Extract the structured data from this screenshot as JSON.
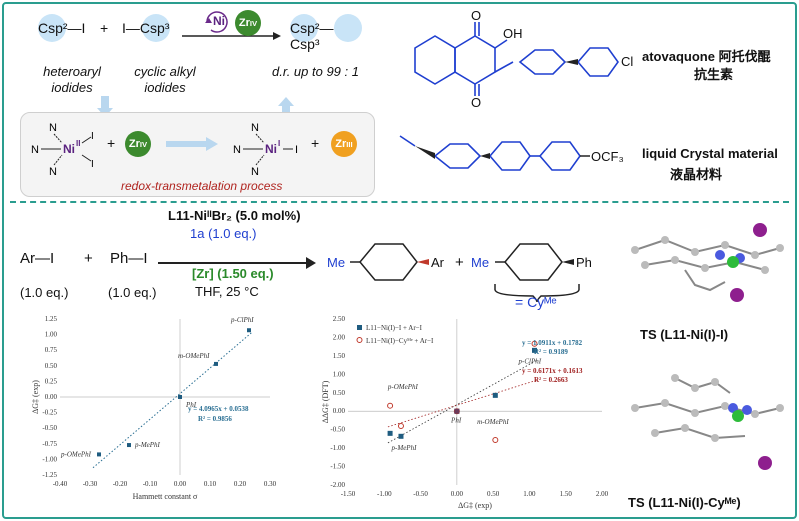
{
  "top": {
    "reactant1": "Csp²—I",
    "plus": "+",
    "reactant2": "I—Csp³",
    "ni": "Ni",
    "zr": "Zr",
    "zr_ox": "IV",
    "product": "Csp²—Csp³",
    "label1_line1": "heteroaryl",
    "label1_line2": "iodides",
    "label2_line1": "cyclic alkyl",
    "label2_line2": "iodides",
    "dr": "d.r. up to 99 : 1",
    "redox_label": "redox-transmetalation process",
    "ni2": "Ni",
    "ni2_ox": "II",
    "ni1": "Ni",
    "ni1_ox": "I",
    "zr3_ox": "III"
  },
  "right": {
    "atovaquone": "atovaquone 阿托伐醌",
    "atovaquone2": "抗生素",
    "cl": "Cl",
    "oh": "OH",
    "o": "O",
    "liquid": "liquid Crystal material",
    "liquid2": "液晶材料",
    "ocf3": "OCF₃"
  },
  "reaction": {
    "cat": "L11-NiᴵᴵBr₂ (5.0 mol%)",
    "r1": "1a (1.0 eq.)",
    "r2": "[Zr] (1.50 eq.)",
    "cond": "THF, 25 °C",
    "ar": "Ar—I",
    "ph": "Ph—I",
    "eq1": "(1.0 eq.)",
    "eq2": "(1.0 eq.)",
    "me": "Me",
    "ar_prod": "Ar",
    "ph_prod": "Ph",
    "cyme": "= Cyᴹᵉ",
    "plus": "+"
  },
  "ts": {
    "ts1": "TS (L11-Ni(I)-I)",
    "ts2": "TS (L11-Ni(I)-Cyᴹᵉ)"
  },
  "chart_data": [
    {
      "type": "scatter",
      "xlabel": "Hammett constant σ",
      "ylabel": "ΔG‡ (exp)",
      "xlim": [
        -0.4,
        0.3
      ],
      "ylim": [
        -1.25,
        1.25
      ],
      "xticks": [
        "-0.40",
        "-0.30",
        "-0.20",
        "-0.10",
        "0.00",
        "0.10",
        "0.20",
        "0.30"
      ],
      "yticks": [
        "1.25",
        "1.00",
        "0.75",
        "0.50",
        "0.25",
        "0.00",
        "-0.25",
        "-0.50",
        "-0.75",
        "-1.00",
        "-1.25"
      ],
      "points": [
        {
          "label": "p-OMePhI",
          "x": -0.27,
          "y": -0.92
        },
        {
          "label": "p-MePhI",
          "x": -0.17,
          "y": -0.77
        },
        {
          "label": "PhI",
          "x": 0.0,
          "y": 0.0
        },
        {
          "label": "m-OMePhI",
          "x": 0.12,
          "y": 0.53
        },
        {
          "label": "p-ClPhI",
          "x": 0.23,
          "y": 1.07
        }
      ],
      "fit_eq": "y = 4.0965x + 0.0538",
      "fit_r2": "R² = 0.9856"
    },
    {
      "type": "scatter",
      "xlabel": "ΔG‡ (exp)",
      "ylabel": "ΔΔG‡ (DFT)",
      "xlim": [
        -1.5,
        2.0
      ],
      "ylim": [
        -2.0,
        2.5
      ],
      "xticks": [
        "-1.50",
        "-1.00",
        "-0.50",
        "0.00",
        "0.50",
        "1.00",
        "1.50",
        "2.00"
      ],
      "yticks": [
        "2.50",
        "2.00",
        "1.50",
        "1.00",
        "0.50",
        "0.00",
        "-0.50",
        "-1.00",
        "-1.50",
        "-2.00"
      ],
      "series": [
        {
          "name": "L11−Ni(I)−I + Ar−I",
          "eq": "y = 1.0911x + 0.1782",
          "r2": "R² = 0.9189",
          "points": [
            [
              -0.92,
              -0.6
            ],
            [
              -0.77,
              -0.68
            ],
            [
              0.0,
              0.0
            ],
            [
              0.53,
              0.43
            ],
            [
              1.07,
              1.65
            ]
          ]
        },
        {
          "name": "L11−Ni(I)−Cyᴹᵉ + Ar−I",
          "eq": "y = 0.6171x + 0.1613",
          "r2": "R² = 0.2663",
          "points": [
            [
              -0.92,
              0.15
            ],
            [
              -0.77,
              -0.4
            ],
            [
              0.0,
              0.0
            ],
            [
              0.53,
              -0.78
            ],
            [
              1.07,
              1.83
            ]
          ]
        }
      ],
      "labels": [
        "p-OMePhI",
        "p-MePhI",
        "PhI",
        "m-OMePhI",
        "p-ClPhI"
      ]
    }
  ]
}
